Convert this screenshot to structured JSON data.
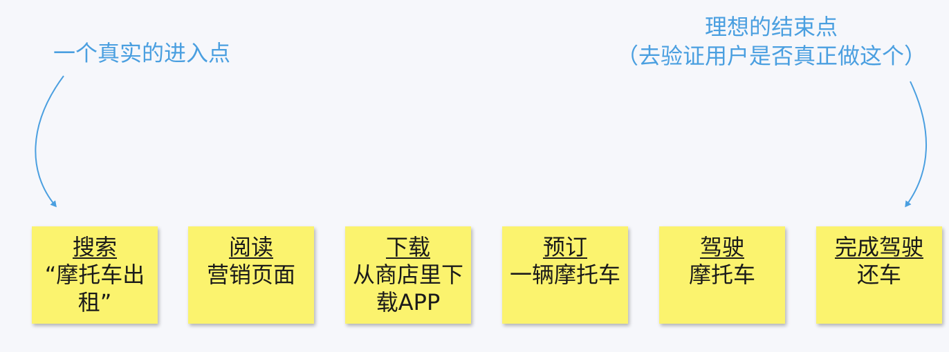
{
  "annotations": {
    "start": "一个真实的进入点",
    "end_line1": "理想的结束点",
    "end_line2": "（去验证用户是否真正做这个）"
  },
  "steps": [
    {
      "title": "搜索",
      "desc": "“摩托车出租”"
    },
    {
      "title": "阅读",
      "desc": "营销页面"
    },
    {
      "title": "下载",
      "desc": "从商店里下载APP"
    },
    {
      "title": "预订",
      "desc": "一辆摩托车"
    },
    {
      "title": "驾驶",
      "desc": "摩托车"
    },
    {
      "title": "完成驾驶",
      "desc": "还车"
    }
  ],
  "colors": {
    "note": "#fbf36e",
    "annotation": "#4a9fe0",
    "background": "#f6f7fb"
  }
}
